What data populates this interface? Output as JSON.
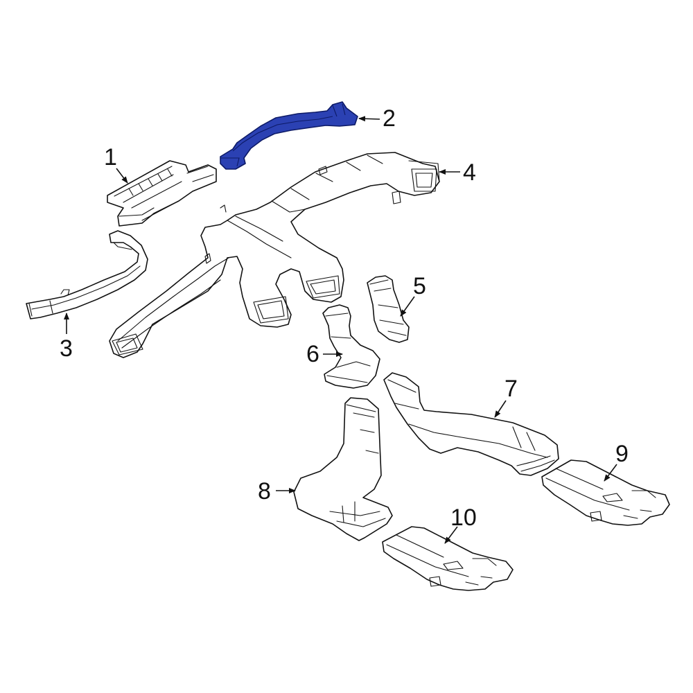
{
  "diagram": {
    "colors": {
      "highlight": "#2b41b3",
      "outline": "#111111",
      "background": "#ffffff"
    },
    "highlighted_part": "2",
    "callouts": [
      {
        "id": "c1",
        "label": "1"
      },
      {
        "id": "c2",
        "label": "2"
      },
      {
        "id": "c3",
        "label": "3"
      },
      {
        "id": "c4",
        "label": "4"
      },
      {
        "id": "c5",
        "label": "5"
      },
      {
        "id": "c6",
        "label": "6"
      },
      {
        "id": "c7",
        "label": "7"
      },
      {
        "id": "c8",
        "label": "8"
      },
      {
        "id": "c9",
        "label": "9"
      },
      {
        "id": "c10",
        "label": "10"
      }
    ]
  }
}
